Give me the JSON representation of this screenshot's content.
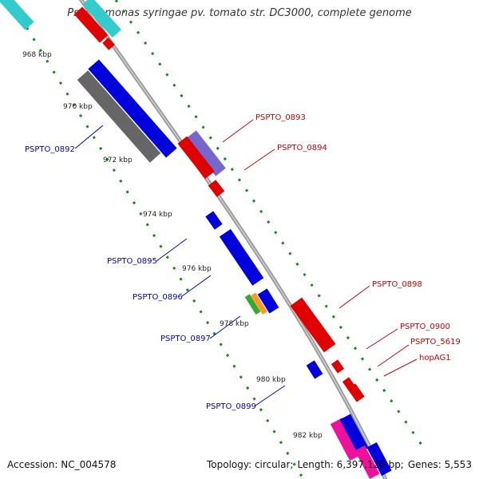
{
  "title": "Pseudomonas syringae pv. tomato str. DC3000, complete genome",
  "footer": {
    "accession": "Accession: NC_004578",
    "topology": "Topology: circular;",
    "length": "Length: 6,397,126 bp;",
    "genes": "Genes: 5,553"
  },
  "kbp_ticks": [
    "968 kbp",
    "970 kbp",
    "972 kbp",
    "974 kbp",
    "976 kbp",
    "978 kbp",
    "980 kbp",
    "982 kbp"
  ],
  "genes": [
    {
      "name": "PSPTO_0892",
      "color": "#0000c0"
    },
    {
      "name": "PSPTO_0893",
      "color": "#dd0000"
    },
    {
      "name": "PSPTO_0894",
      "color": "#dd0000"
    },
    {
      "name": "PSPTO_0895",
      "color": "#0000c0"
    },
    {
      "name": "PSPTO_0896",
      "color": "#0000c0"
    },
    {
      "name": "PSPTO_0897",
      "color": "#0000c0"
    },
    {
      "name": "PSPTO_0898",
      "color": "#dd0000"
    },
    {
      "name": "PSPTO_0899",
      "color": "#0000c0"
    },
    {
      "name": "PSPTO_0900",
      "color": "#dd0000"
    },
    {
      "name": "PSPTO_5619",
      "color": "#dd0000"
    },
    {
      "name": "hopAG1",
      "color": "#dd0000"
    }
  ],
  "colors": {
    "forward_strand": "#ff0000",
    "reverse_strand": "#0000ff",
    "backbone": "#999999",
    "dotted_track": "#1a8a1a",
    "cyan_feature": "#33cccc",
    "gray_feature": "#6e6e6e",
    "purple_feature": "#7766cc",
    "magenta_feature": "#ee1199",
    "green_feature": "#33aa33",
    "orange_feature": "#ff9922"
  }
}
